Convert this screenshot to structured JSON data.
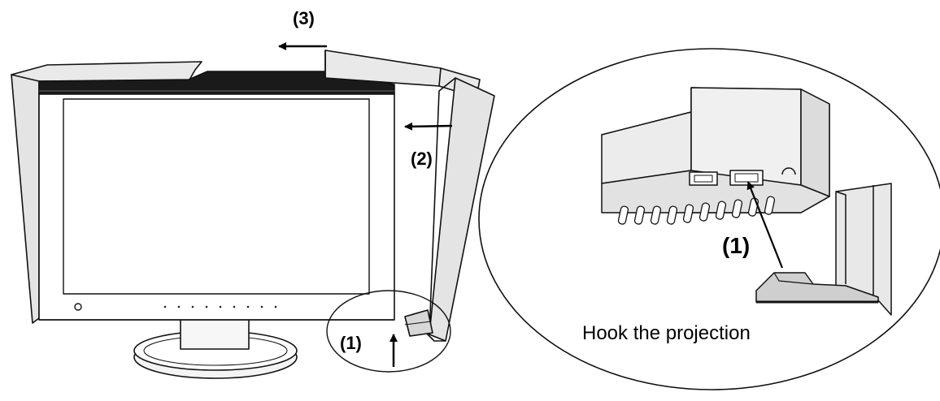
{
  "labels": {
    "step3": "(3)",
    "step2": "(2)",
    "step1_main": "(1)",
    "step1_detail": "(1)",
    "caption": "Hook the projection"
  },
  "colors": {
    "hood": "#e4e4e4",
    "hood_shadow": "#c9c9c9",
    "outline": "#111111",
    "screen_top": "#1a1a1a",
    "background": "#ffffff"
  },
  "icons": {
    "power": "power-button-icon",
    "arrow": "arrow-icon"
  }
}
